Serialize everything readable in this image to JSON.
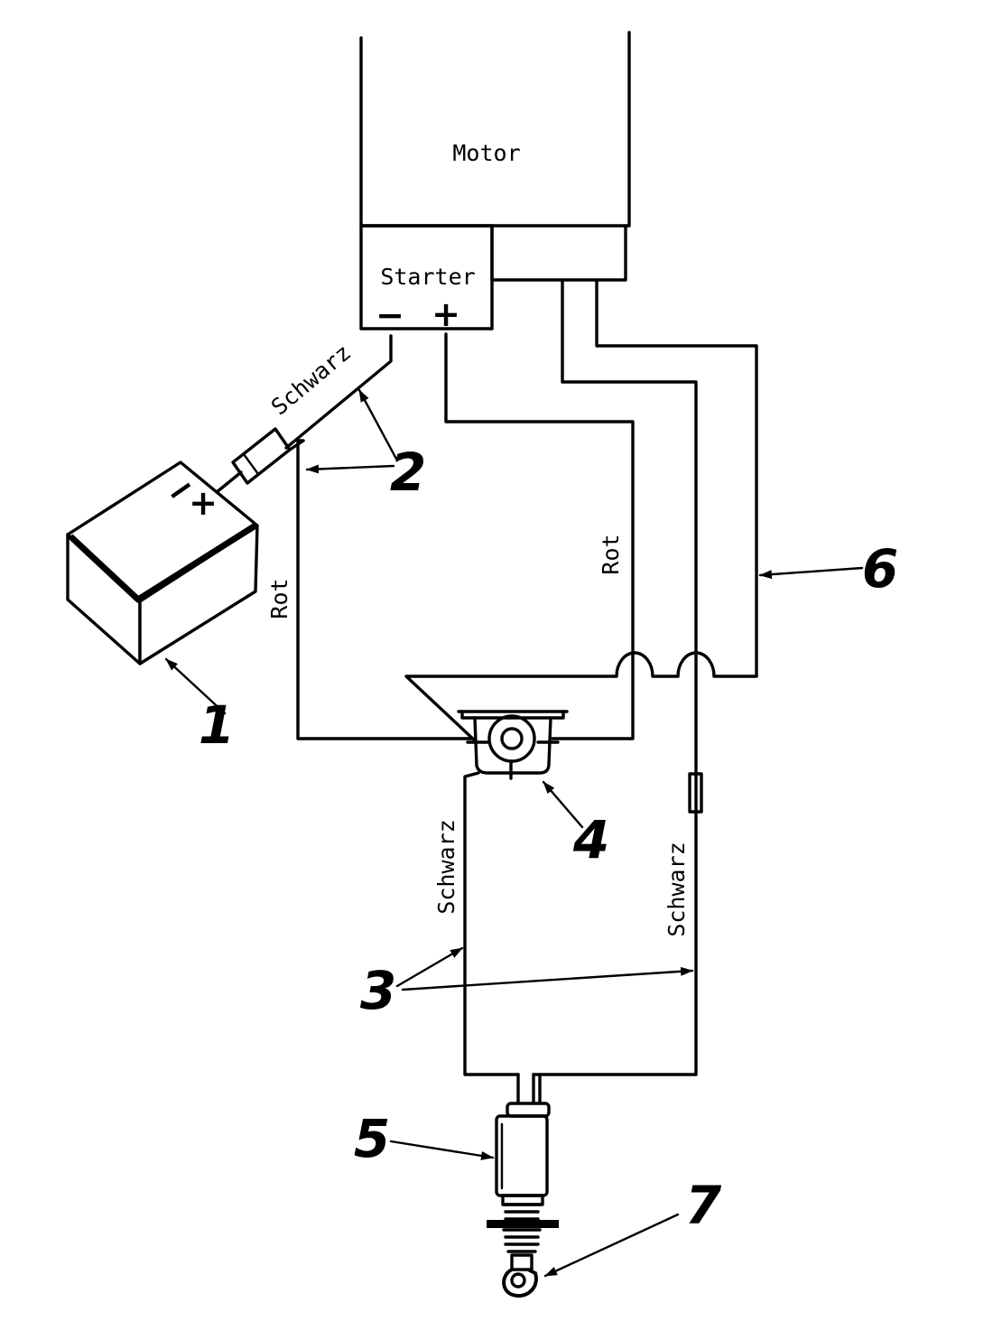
{
  "labels": {
    "motor": "Motor",
    "starter": "Starter",
    "starter_minus": "−",
    "starter_plus": "+",
    "battery_minus": "−",
    "battery_plus": "+",
    "wire_schwarz_top": "Schwarz",
    "wire_rot_left": "Rot",
    "wire_rot_right": "Rot",
    "wire_schwarz_mid": "Schwarz",
    "wire_schwarz_right": "Schwarz"
  },
  "callouts": {
    "n1": "1",
    "n2": "2",
    "n3": "3",
    "n4": "4",
    "n5": "5",
    "n6": "6",
    "n7": "7"
  }
}
